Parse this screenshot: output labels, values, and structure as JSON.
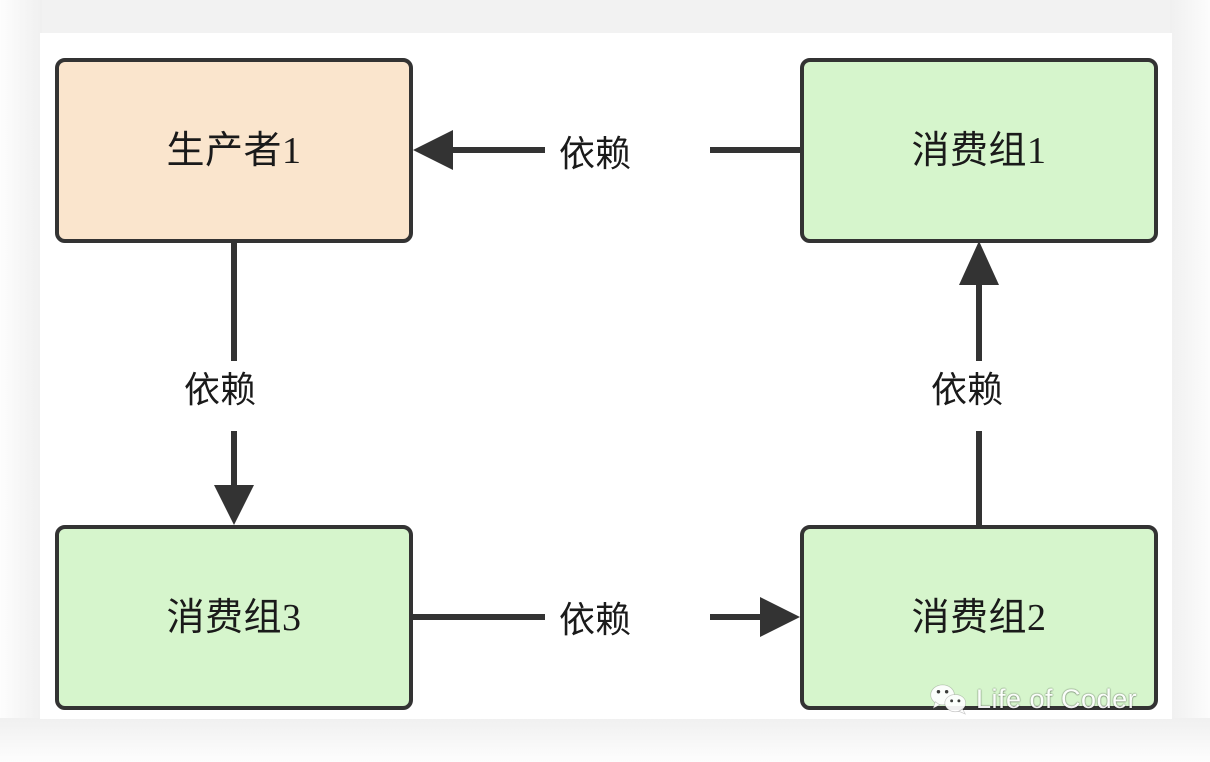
{
  "diagram": {
    "type": "dependency-graph",
    "background_color": "#ffffff",
    "page_background_color": "#f2f2f2",
    "border_color": "#333333",
    "nodes": [
      {
        "id": "producer1",
        "label": "生产者1",
        "fill": "#fae5cd",
        "position": "top-left"
      },
      {
        "id": "group1",
        "label": "消费组1",
        "fill": "#d6f5cc",
        "position": "top-right"
      },
      {
        "id": "group3",
        "label": "消费组3",
        "fill": "#d6f5cc",
        "position": "bottom-left"
      },
      {
        "id": "group2",
        "label": "消费组2",
        "fill": "#d6f5cc",
        "position": "bottom-right"
      }
    ],
    "edges": [
      {
        "id": "group1-to-producer1",
        "from": "group1",
        "to": "producer1",
        "label": "依赖",
        "direction": "left"
      },
      {
        "id": "producer1-to-group3",
        "from": "producer1",
        "to": "group3",
        "label": "依赖",
        "direction": "down"
      },
      {
        "id": "group3-to-group2",
        "from": "group3",
        "to": "group2",
        "label": "依赖",
        "direction": "right"
      },
      {
        "id": "group2-to-group1",
        "from": "group2",
        "to": "group1",
        "label": "依赖",
        "direction": "up"
      }
    ]
  },
  "watermark": {
    "text": "Life of Coder",
    "icon": "wechat-icon",
    "color": "#ffffff"
  }
}
